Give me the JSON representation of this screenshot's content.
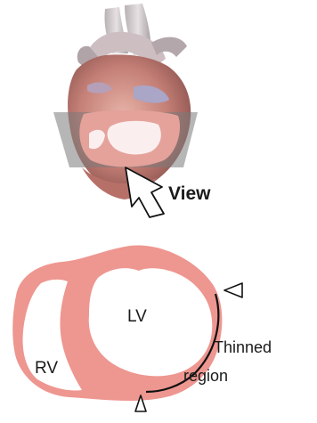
{
  "labels": {
    "view": "View",
    "lv": "LV",
    "rv": "RV",
    "thinned_line1": "Thinned",
    "thinned_line2": "region"
  },
  "colors": {
    "myocardium": "#ee9690",
    "cavity": "#ffffff",
    "heart_base": "#c87a72",
    "plane": "#7a7a7a",
    "outline": "#111111"
  }
}
